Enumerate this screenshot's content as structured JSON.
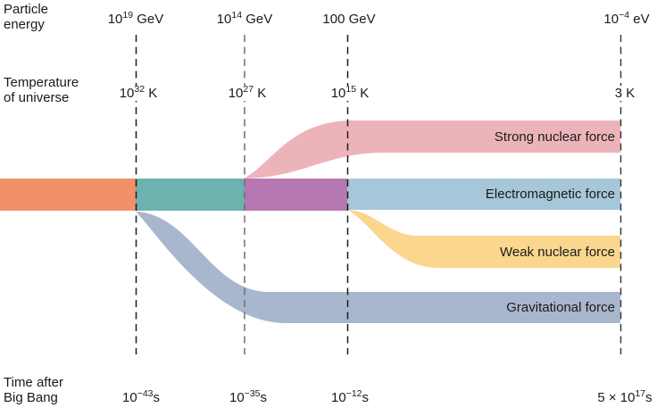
{
  "headers": {
    "particle_energy_line1": "Particle",
    "particle_energy_line2": "energy",
    "temperature_line1": "Temperature",
    "temperature_line2": "of universe",
    "time_line1": "Time after",
    "time_line2": "Big Bang"
  },
  "columns": [
    {
      "energy_base": "10",
      "energy_sup": "19",
      "energy_unit": " GeV",
      "temp_base": "10",
      "temp_sup": "32",
      "temp_unit": " K",
      "time_base": "10",
      "time_sup": "−43",
      "time_unit": "s"
    },
    {
      "energy_base": "10",
      "energy_sup": "14",
      "energy_unit": " GeV",
      "temp_base": "10",
      "temp_sup": "27",
      "temp_unit": " K",
      "time_base": "10",
      "time_sup": "−35",
      "time_unit": "s"
    },
    {
      "energy_base": "100",
      "energy_sup": "",
      "energy_unit": " GeV",
      "temp_base": "10",
      "temp_sup": "15",
      "temp_unit": " K",
      "time_base": "10",
      "time_sup": "−12",
      "time_unit": "s"
    },
    {
      "energy_base": "10",
      "energy_sup": "−4",
      "energy_unit": " eV",
      "temp_base": "3",
      "temp_sup": "",
      "temp_unit": " K",
      "time_base": "5 × 10",
      "time_sup": "17",
      "time_unit": "s"
    }
  ],
  "bands": {
    "unified": {
      "color": "#F0916A"
    },
    "gut": {
      "color": "#6DB2AE"
    },
    "electroweak": {
      "color": "#B678B2"
    }
  },
  "forces": [
    {
      "label": "Strong nuclear force",
      "color": "#ECB4B9"
    },
    {
      "label": "Electromagnetic force",
      "color": "#A6C7D9"
    },
    {
      "label": "Weak nuclear force",
      "color": "#FBD68F"
    },
    {
      "label": "Gravitational force",
      "color": "#A9B7CE"
    }
  ],
  "lines": {
    "dark": "#1c1c1c",
    "gray": "#6e6e6e",
    "mid": "#3c3c3c"
  }
}
